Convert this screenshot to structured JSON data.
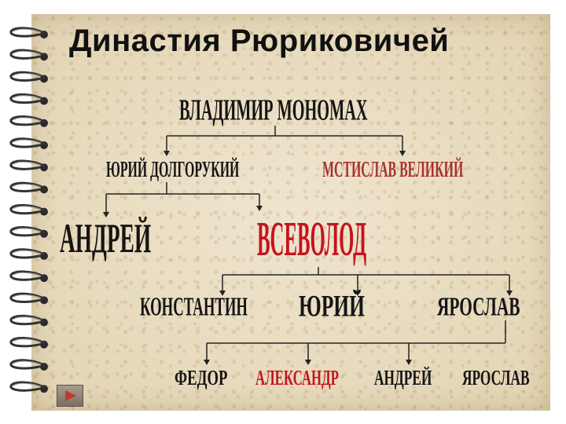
{
  "title": "Династия Рюриковичей",
  "tree": {
    "root": "ВЛАДИМИР МОНОМАХ",
    "generation2": [
      "ЮРИЙ ДОЛГОРУКИЙ",
      "МСТИСЛАВ ВЕЛИКИЙ"
    ],
    "generation3": [
      "АНДРЕЙ",
      "ВСЕВОЛОД"
    ],
    "generation4": [
      "КОНСТАНТИН",
      "ЮРИЙ",
      "ЯРОСЛАВ"
    ],
    "generation5": [
      "ФЕДОР",
      "АЛЕКСАНДР",
      "АНДРЕЙ",
      "ЯРОСЛАВ"
    ]
  },
  "colors": {
    "primary_text": "#141414",
    "highlight_text": "#c4141c",
    "highlight_secondary": "#a8322e",
    "background": "#e8dcc0"
  },
  "nav": {
    "next_icon": "play-triangle-icon"
  }
}
